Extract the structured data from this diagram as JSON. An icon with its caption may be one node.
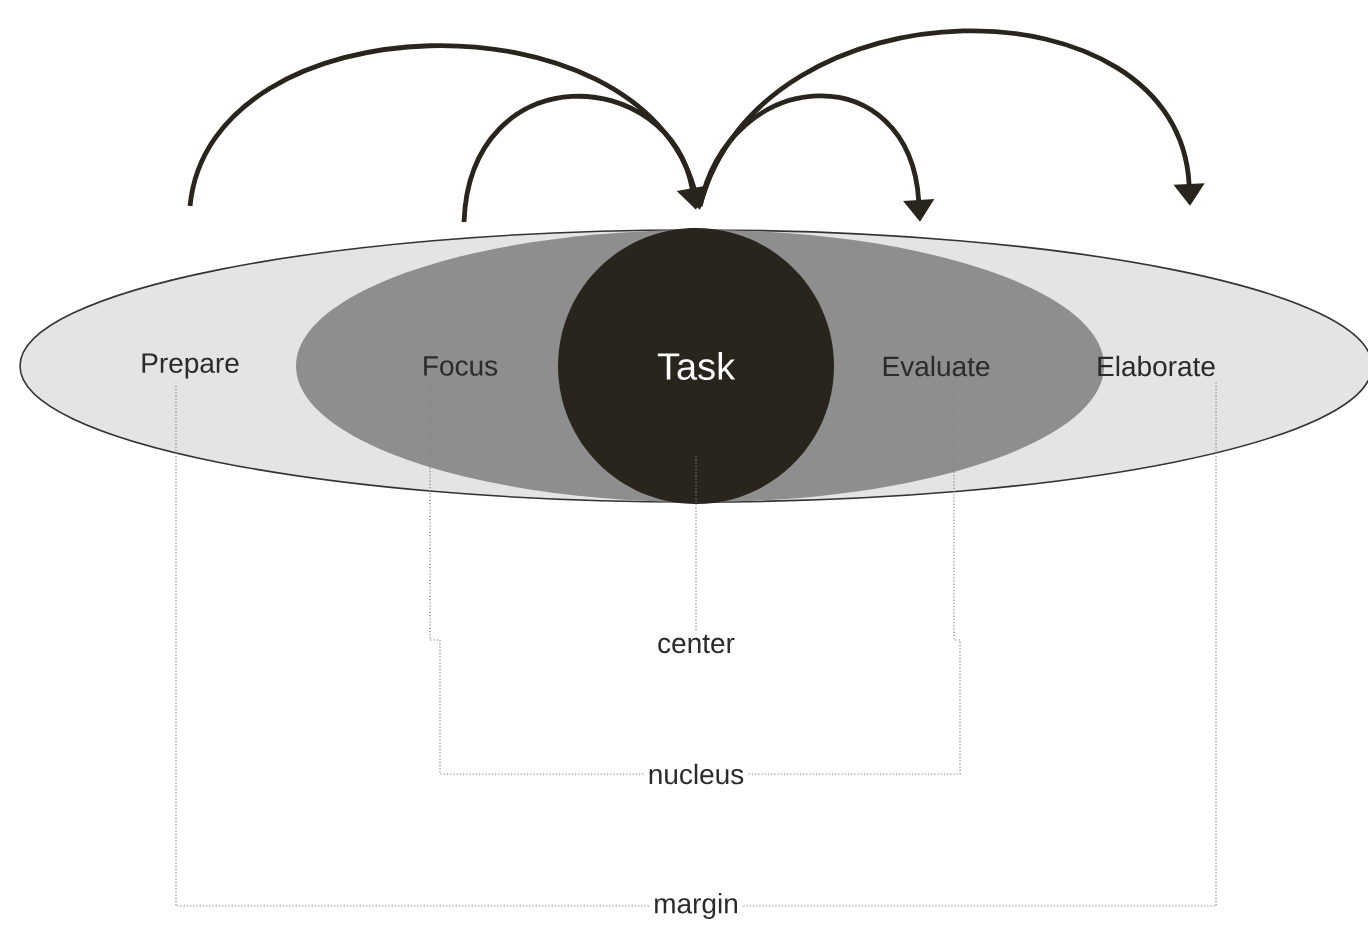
{
  "diagram": {
    "nodes": [
      {
        "text": [],
        "shape": "ellipse"
      },
      {
        "text": [
          "Prepare"
        ],
        "in": 0
      },
      {
        "text": [],
        "shape": "ellipse",
        "in": 0
      },
      {
        "text": [
          "Focus"
        ],
        "in": 2
      },
      {
        "text": [
          "Task"
        ],
        "in": 2
      },
      {
        "text": [
          "Evaluate"
        ],
        "in": 2
      },
      {
        "text": [
          "Elaborate"
        ],
        "in": 0
      },
      {
        "text": [
          "center"
        ]
      },
      {
        "text": [
          "nucleus"
        ]
      },
      {
        "text": [
          "margin"
        ]
      }
    ],
    "edges": [
      {
        "from": 1,
        "to": 4,
        "arrow": "to",
        "style": "thick",
        "color": "#2a251c"
      },
      {
        "from": 3,
        "to": 4,
        "arrow": "to",
        "style": "thick",
        "color": "#2a251c"
      },
      {
        "from": 4,
        "to": 5,
        "arrow": "to",
        "style": "thick",
        "color": "#2a251c"
      },
      {
        "from": 4,
        "to": 6,
        "arrow": "to",
        "style": "thick",
        "color": "#2a251c"
      },
      {
        "from": 7,
        "to": 4,
        "arrow": "none",
        "style": "dashed"
      },
      {
        "from": 8,
        "to": 3,
        "arrow": "none",
        "style": "dashed"
      },
      {
        "from": 8,
        "to": 5,
        "arrow": "none",
        "style": "dashed"
      },
      {
        "from": 9,
        "to": 1,
        "arrow": "none",
        "style": "dashed"
      },
      {
        "from": 9,
        "to": 6,
        "arrow": "none",
        "style": "dashed"
      }
    ]
  }
}
